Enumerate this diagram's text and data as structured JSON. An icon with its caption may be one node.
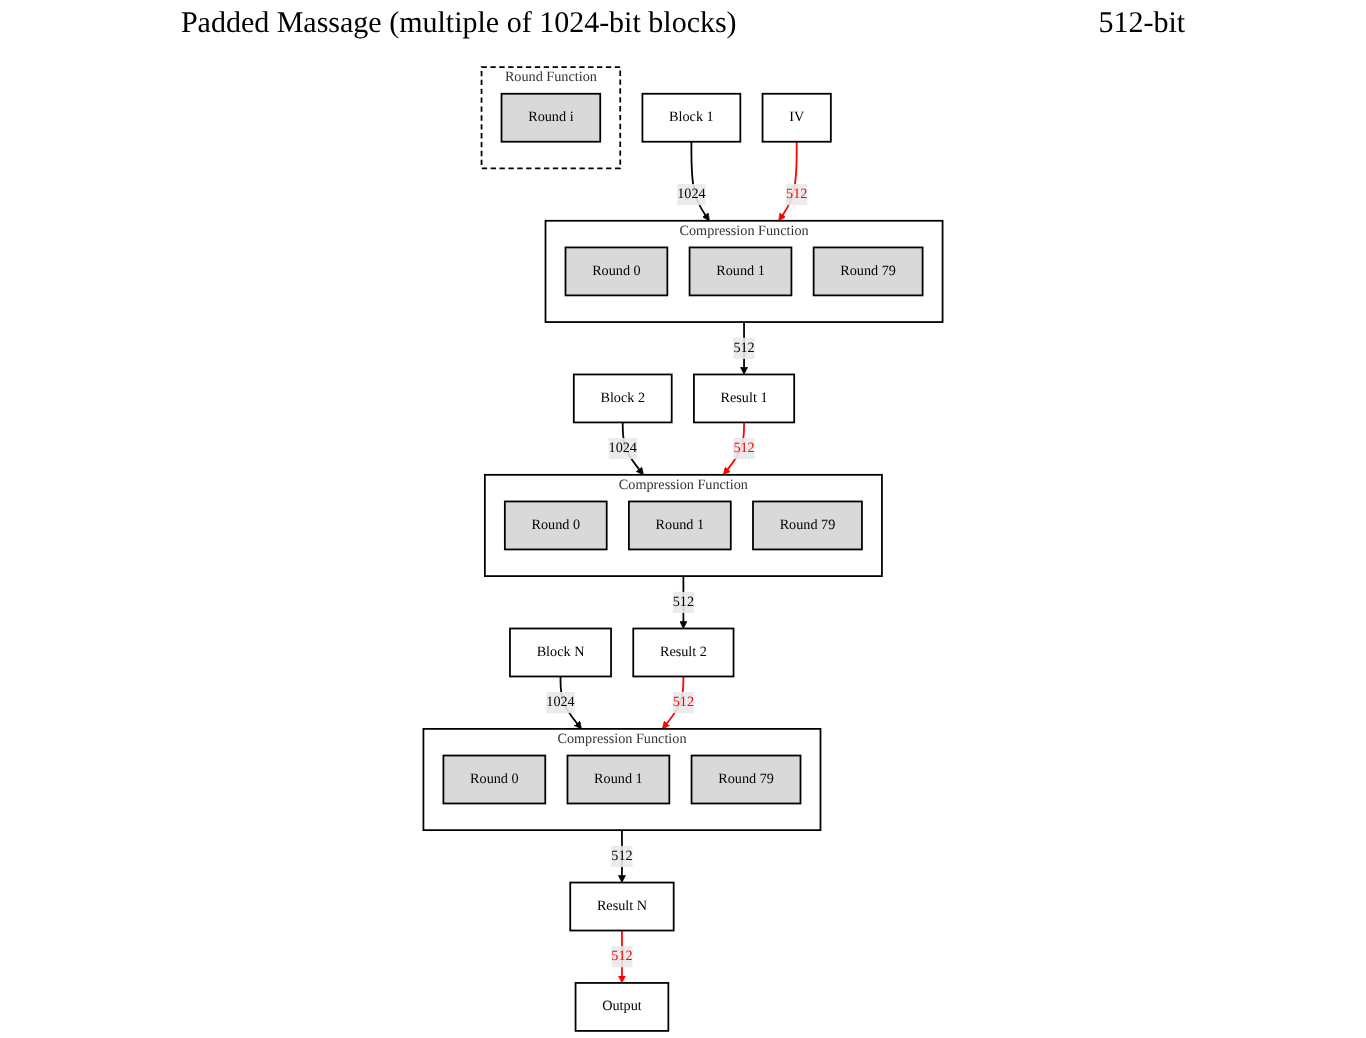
{
  "diagram": {
    "nodes": [
      {
        "text": [
          "Block 1"
        ]
      },
      {
        "text": [
          "Block 2"
        ]
      },
      {
        "text": [
          "Block N"
        ]
      },
      {
        "text": [
          "Compression Function"
        ]
      },
      {
        "text": [
          "Round 0"
        ],
        "in": 3
      },
      {
        "text": [
          "Round 1"
        ],
        "in": 3
      },
      {
        "text": [
          "Round 79"
        ],
        "in": 3
      },
      {
        "text": [
          "Compression Function"
        ]
      },
      {
        "text": [
          "Round 0"
        ],
        "in": 7
      },
      {
        "text": [
          "Round 1"
        ],
        "in": 7
      },
      {
        "text": [
          "Round 79"
        ],
        "in": 7
      },
      {
        "text": [
          "Compression Function"
        ]
      },
      {
        "text": [
          "Round 0"
        ],
        "in": 11
      },
      {
        "text": [
          "Round 1"
        ],
        "in": 11
      },
      {
        "text": [
          "Round 79"
        ],
        "in": 11
      },
      {
        "text": [
          "Round Function"
        ]
      },
      {
        "text": [
          "Round i"
        ],
        "in": 15
      },
      {
        "text": [
          "IV"
        ]
      },
      {
        "text": [
          "Result 1"
        ]
      },
      {
        "text": [
          "Result 2"
        ]
      },
      {
        "text": [
          "Result N"
        ]
      },
      {
        "text": [
          "Output"
        ]
      }
    ],
    "edges": [
      {
        "from": 0,
        "to": 3,
        "arrow": "to",
        "label": "1024"
      },
      {
        "from": 1,
        "to": 7,
        "arrow": "to",
        "label": "1024"
      },
      {
        "from": 2,
        "to": 11,
        "arrow": "to",
        "label": "1024"
      },
      {
        "from": 17,
        "to": 3,
        "arrow": "to",
        "label": "512",
        "color": "#ff0000"
      },
      {
        "from": 18,
        "to": 7,
        "arrow": "to",
        "label": "512",
        "color": "#ff0000"
      },
      {
        "from": 19,
        "to": 11,
        "arrow": "to",
        "label": "512",
        "color": "#ff0000"
      },
      {
        "from": 3,
        "to": 18,
        "arrow": "to",
        "label": "512"
      },
      {
        "from": 7,
        "to": 19,
        "arrow": "to",
        "label": "512"
      },
      {
        "from": 11,
        "to": 20,
        "arrow": "to",
        "label": "512"
      },
      {
        "from": 20,
        "to": 21,
        "arrow": "to",
        "label": "512",
        "color": "#ff0000"
      }
    ],
    "labels": [
      "Padded Massage (multiple of 1024-bit blocks)",
      "512-bit"
    ]
  }
}
